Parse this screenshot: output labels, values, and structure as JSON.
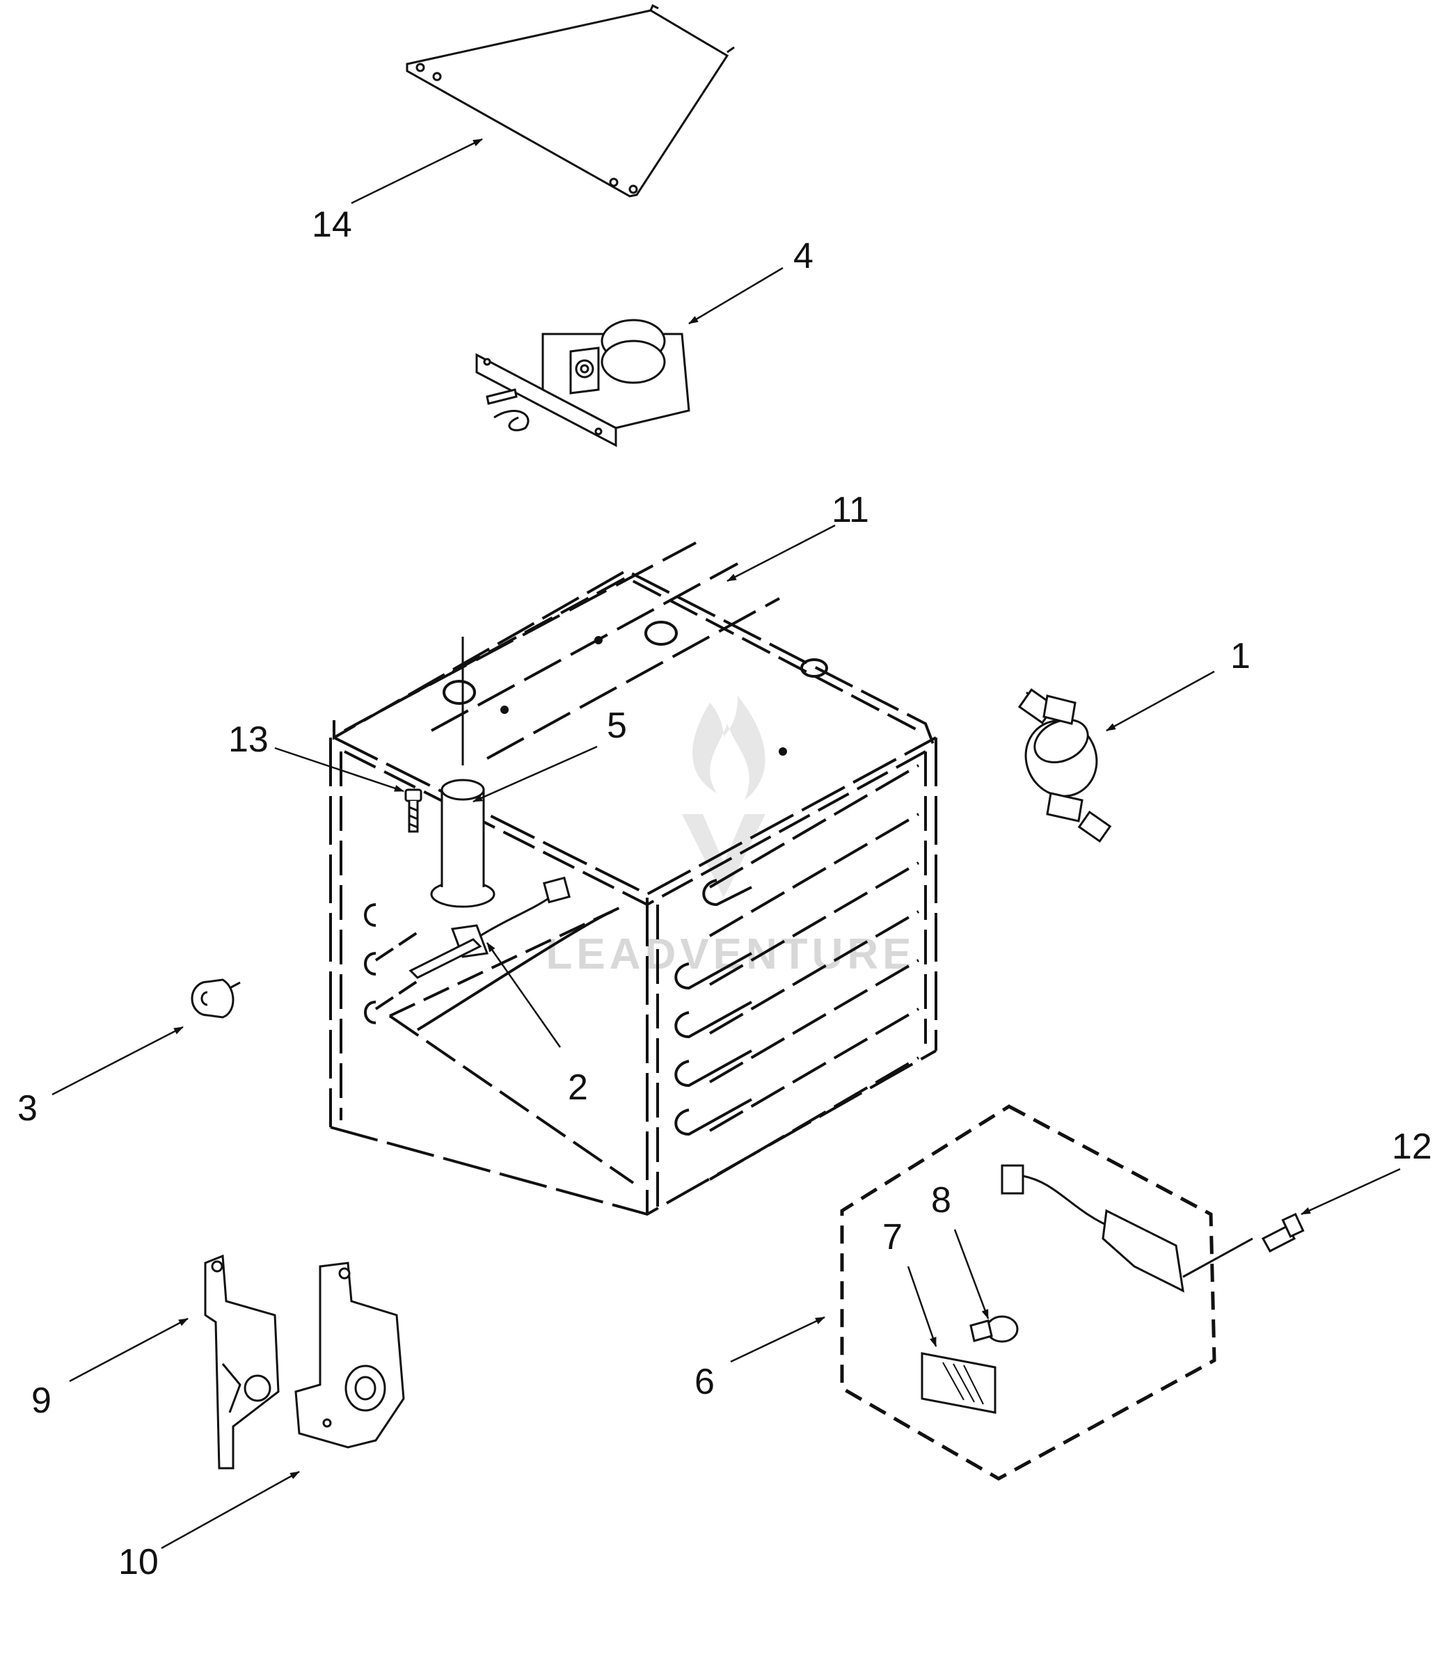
{
  "diagram": {
    "callouts": [
      {
        "id": "c14",
        "label": "14"
      },
      {
        "id": "c4",
        "label": "4"
      },
      {
        "id": "c11",
        "label": "11"
      },
      {
        "id": "c1",
        "label": "1"
      },
      {
        "id": "c13",
        "label": "13"
      },
      {
        "id": "c5",
        "label": "5"
      },
      {
        "id": "c3",
        "label": "3"
      },
      {
        "id": "c2",
        "label": "2"
      },
      {
        "id": "c12",
        "label": "12"
      },
      {
        "id": "c8",
        "label": "8"
      },
      {
        "id": "c7",
        "label": "7"
      },
      {
        "id": "c6",
        "label": "6"
      },
      {
        "id": "c9",
        "label": "9"
      },
      {
        "id": "c10",
        "label": "10"
      }
    ],
    "watermark": "LEADVENTURE",
    "colors": {
      "ink": "#111111",
      "part_fill": "#ffffff",
      "watermark": "#d8d8d8"
    }
  }
}
